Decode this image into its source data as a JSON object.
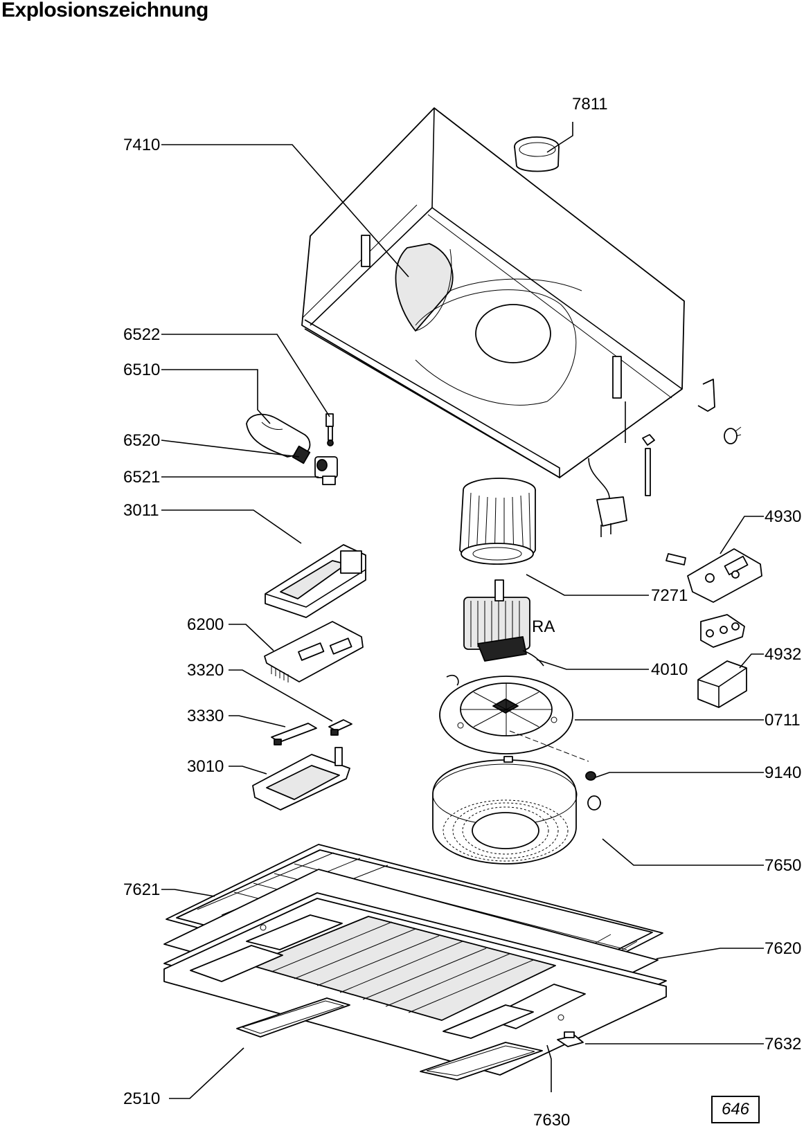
{
  "title": "Explosionszeichnung",
  "page_number": "646",
  "parts": [
    {
      "id": "7811"
    },
    {
      "id": "7410"
    },
    {
      "id": "6522"
    },
    {
      "id": "6510"
    },
    {
      "id": "6520"
    },
    {
      "id": "6521"
    },
    {
      "id": "3011"
    },
    {
      "id": "4930"
    },
    {
      "id": "7271"
    },
    {
      "id": "6200"
    },
    {
      "id": "RA"
    },
    {
      "id": "4010"
    },
    {
      "id": "4932"
    },
    {
      "id": "3320"
    },
    {
      "id": "3330"
    },
    {
      "id": "0711"
    },
    {
      "id": "3010"
    },
    {
      "id": "9140"
    },
    {
      "id": "7650"
    },
    {
      "id": "7621"
    },
    {
      "id": "7620"
    },
    {
      "id": "2510"
    },
    {
      "id": "7632"
    },
    {
      "id": "7630"
    }
  ]
}
